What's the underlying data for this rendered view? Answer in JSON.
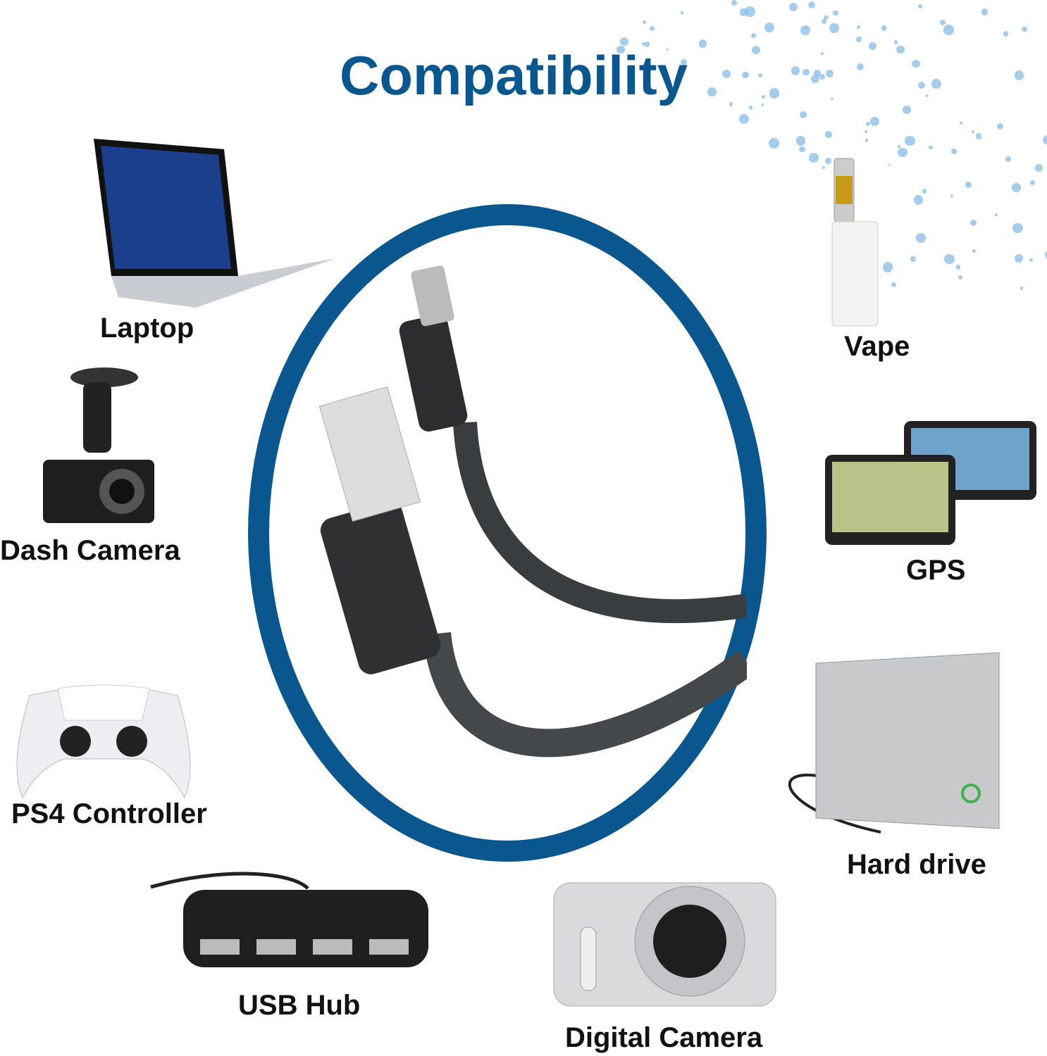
{
  "title": "Compatibility",
  "accent_color": "#0a5790",
  "devices": [
    {
      "label": "Laptop",
      "icon": "laptop-icon"
    },
    {
      "label": "Dash Camera",
      "icon": "dash-camera-icon"
    },
    {
      "label": "PS4 Controller",
      "icon": "game-controller-icon"
    },
    {
      "label": "USB Hub",
      "icon": "usb-hub-icon"
    },
    {
      "label": "Digital Camera",
      "icon": "digital-camera-icon"
    },
    {
      "label": "Hard drive",
      "icon": "hard-drive-icon"
    },
    {
      "label": "GPS",
      "icon": "gps-icon"
    },
    {
      "label": "Vape",
      "icon": "vape-icon"
    }
  ],
  "center_image": "usb-a-to-micro-usb-cable"
}
